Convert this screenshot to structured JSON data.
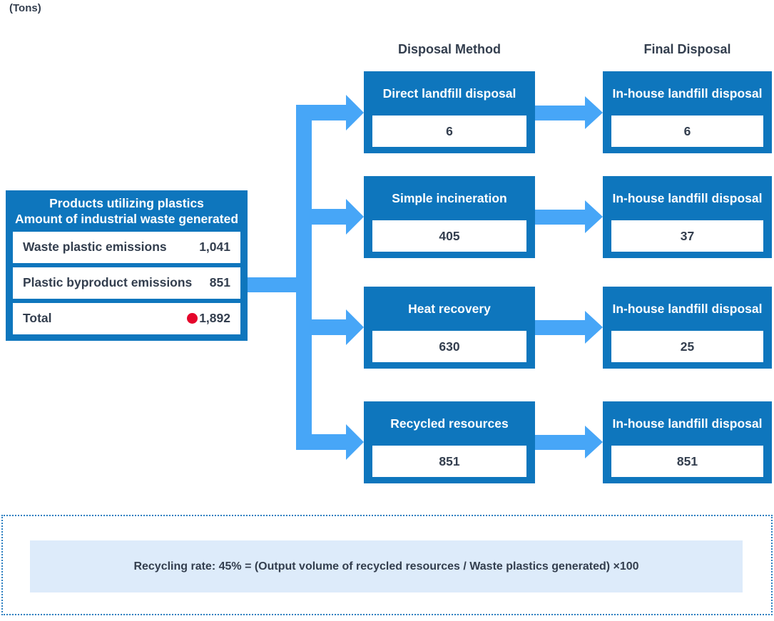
{
  "unit_label": "(Tons)",
  "colors": {
    "box_blue": "#0e76bd",
    "arrow_blue": "#47a6f7",
    "text_dark": "#333e4e",
    "marker_red": "#e5062b",
    "note_background": "#ddebfa",
    "note_border_blue": "#2b7ec0"
  },
  "column_headers": [
    {
      "label": "Disposal Method"
    },
    {
      "label": "Final Disposal"
    }
  ],
  "source_box": {
    "title_line1": "Products utilizing plastics",
    "title_line2": "Amount of industrial waste generated",
    "rows": [
      {
        "label": "Waste plastic emissions",
        "value": "1,041"
      },
      {
        "label": "Plastic byproduct emissions",
        "value": "851"
      },
      {
        "label": "Total",
        "value": "1,892",
        "marker": "red-dot"
      }
    ]
  },
  "disposal_methods": [
    {
      "label": "Direct landfill disposal",
      "value": "6"
    },
    {
      "label": "Simple incineration",
      "value": "405"
    },
    {
      "label": "Heat recovery",
      "value": "630"
    },
    {
      "label": "Recycled resources",
      "value": "851"
    }
  ],
  "final_disposal": [
    {
      "label": "In-house landfill disposal",
      "value": "6"
    },
    {
      "label": "In-house landfill disposal",
      "value": "37"
    },
    {
      "label": "In-house landfill disposal",
      "value": "25"
    },
    {
      "label": "In-house landfill disposal",
      "value": "851"
    }
  ],
  "note": {
    "text": "Recycling rate: 45% = (Output volume of recycled resources / Waste plastics generated) ×100"
  }
}
